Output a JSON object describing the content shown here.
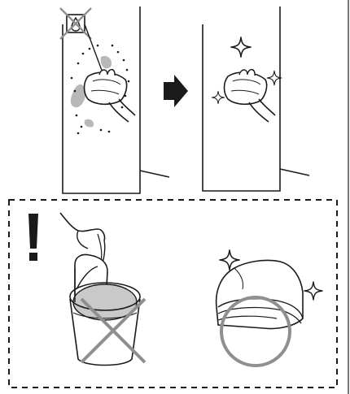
{
  "colors": {
    "ink": "#1a1a1a",
    "dirt": "#b8b8b8",
    "water": "#c9c9c9",
    "mark_gray": "#8f8f8f",
    "background": "#ffffff"
  },
  "panels": {
    "before": {
      "prohibited_icon": "no-water-icon",
      "cloth_icon": "dry-cloth-hand-icon",
      "dirt": true
    },
    "arrow": {
      "icon": "right-arrow-icon"
    },
    "after": {
      "cloth_icon": "dry-cloth-hand-icon",
      "sparkles": 3
    }
  },
  "warning": {
    "icon": "exclamation-icon",
    "wrong": {
      "icon": "wet-cloth-in-bucket-icon",
      "mark": "cross-mark"
    },
    "right": {
      "icon": "dry-folded-cloth-icon",
      "mark": "circle-mark",
      "sparkles": 2
    }
  }
}
